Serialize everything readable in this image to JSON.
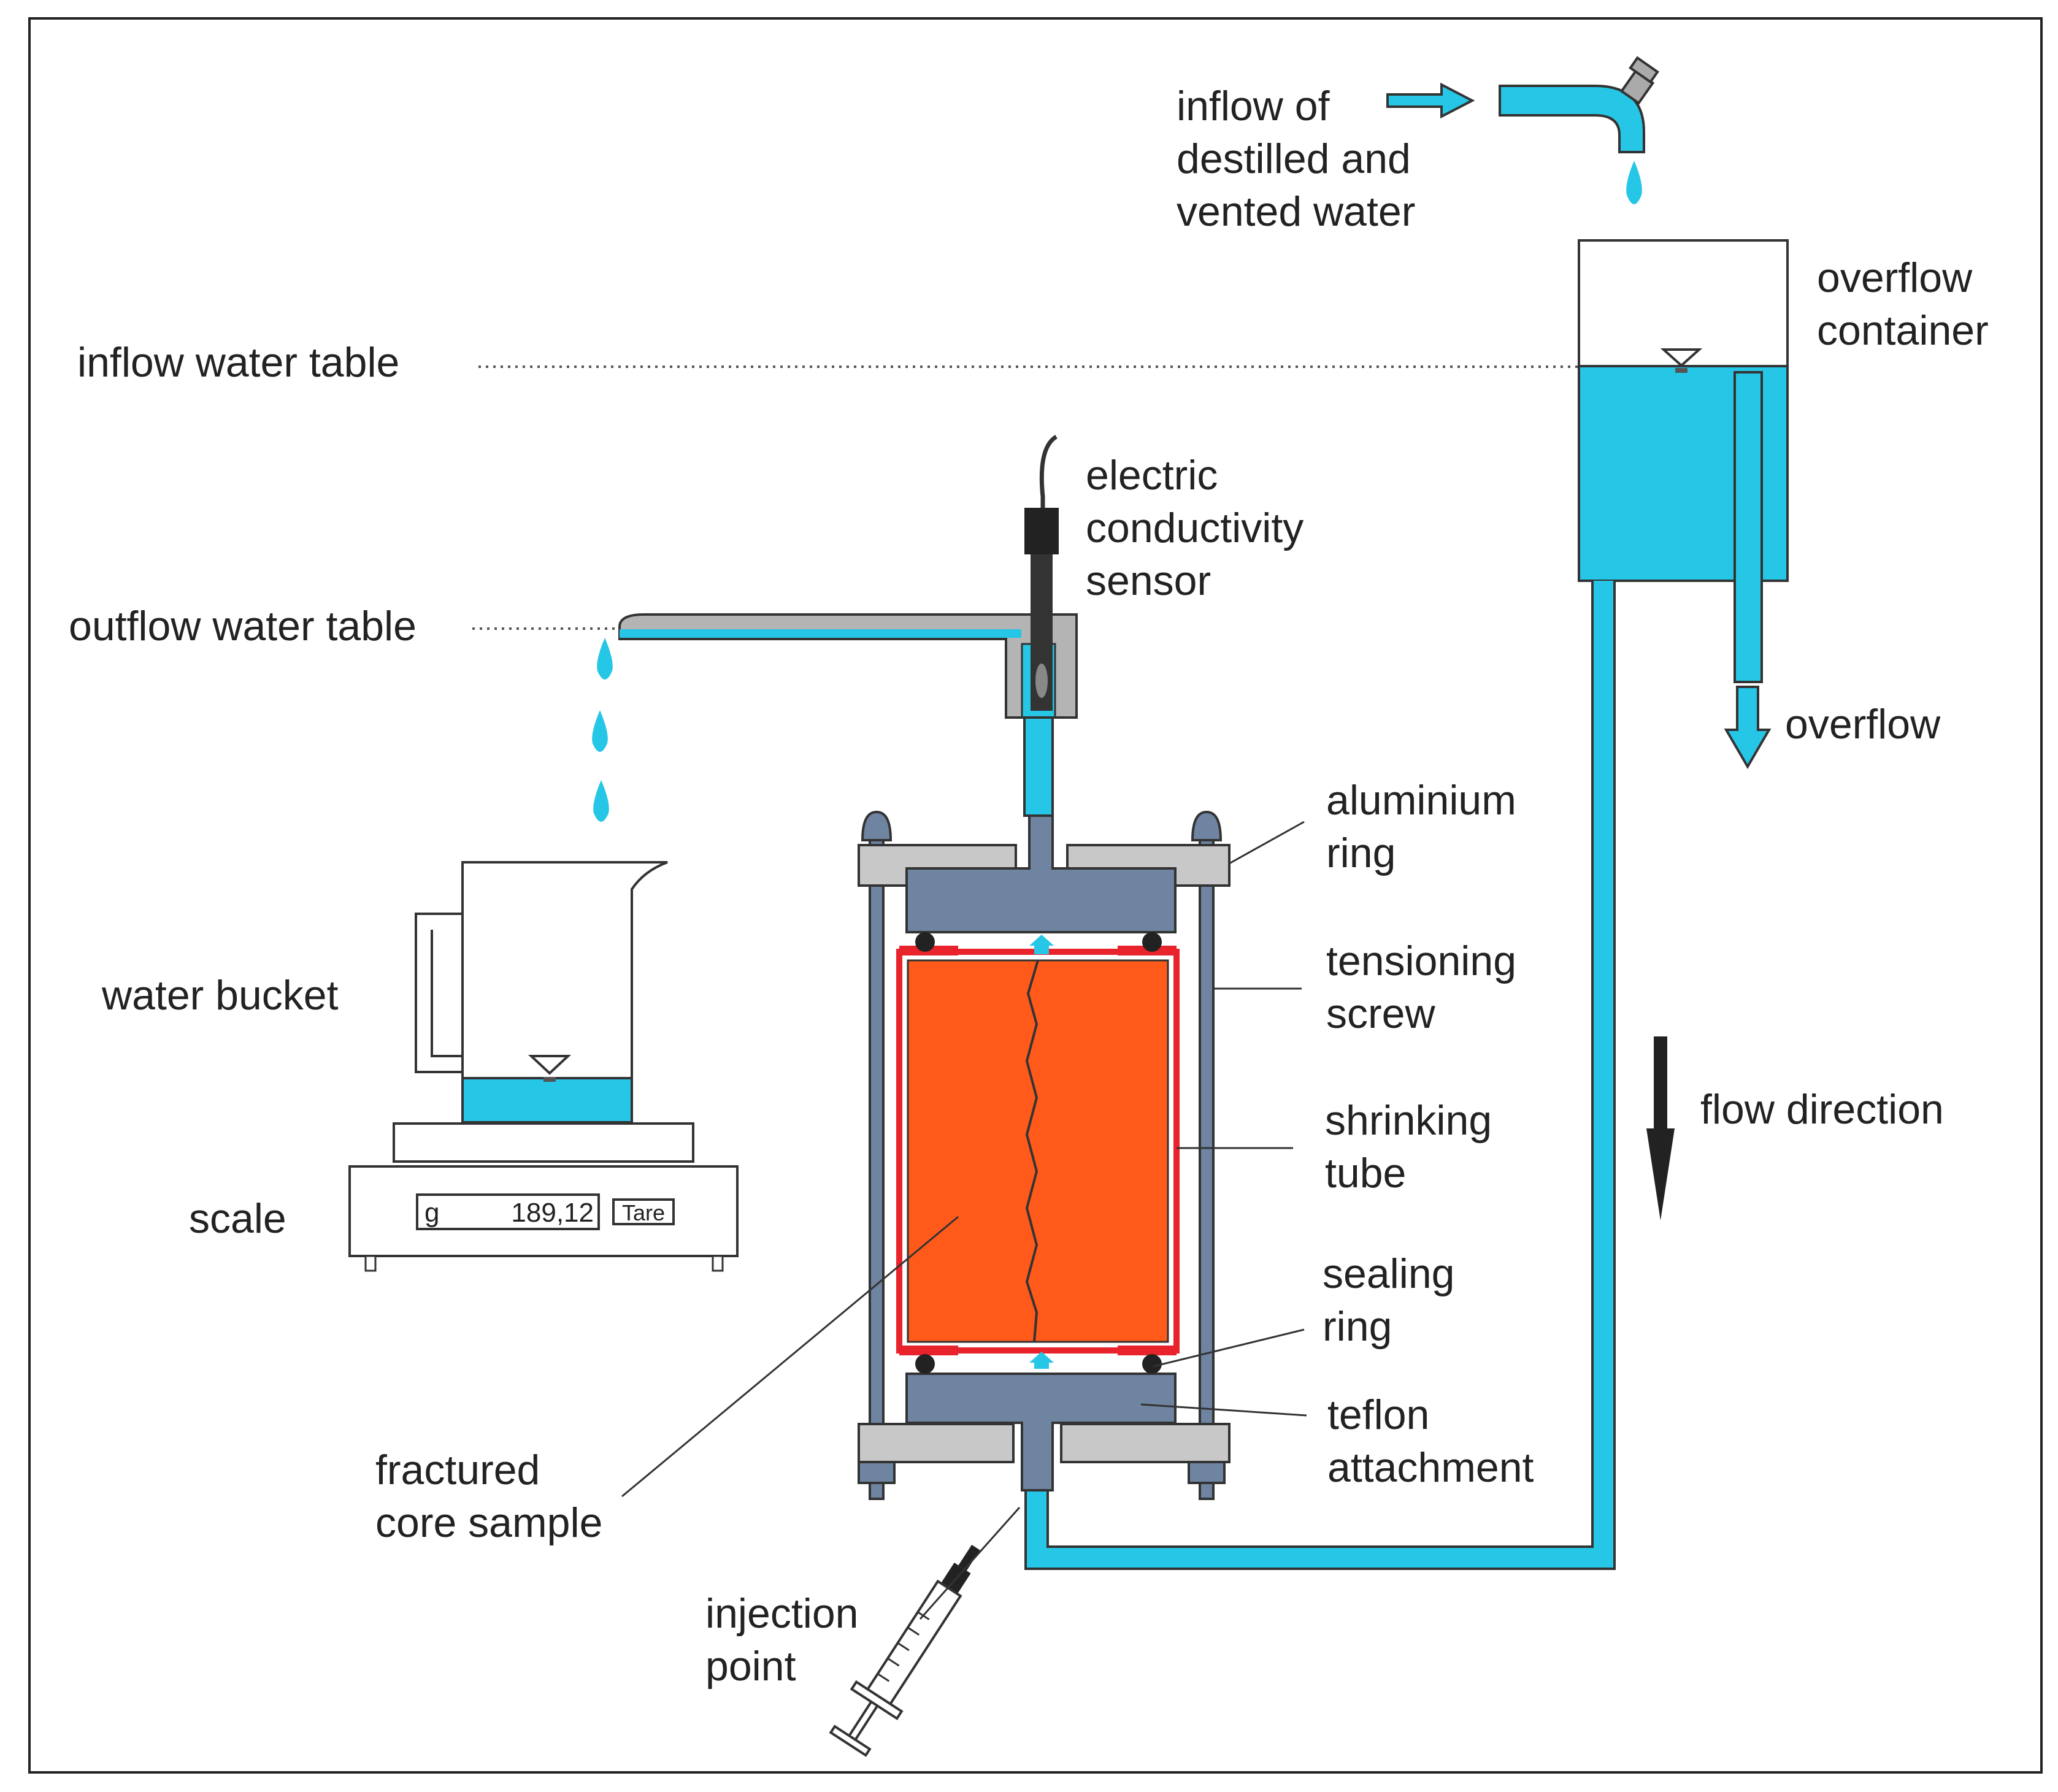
{
  "labels": {
    "inflow_line1": "inflow of",
    "inflow_line2": "destilled and",
    "inflow_line3": "vented water",
    "overflow_container_line1": "overflow",
    "overflow_container_line2": "container",
    "inflow_water_table": "inflow water table",
    "outflow_water_table": "outflow water table",
    "ec_sensor_line1": "electric",
    "ec_sensor_line2": "conductivity",
    "ec_sensor_line3": "sensor",
    "overflow": "overflow",
    "aluminium_ring_line1": "aluminium",
    "aluminium_ring_line2": "ring",
    "tensioning_screw_line1": "tensioning",
    "tensioning_screw_line2": "screw",
    "shrinking_tube_line1": "shrinking",
    "shrinking_tube_line2": "tube",
    "sealing_ring_line1": "sealing",
    "sealing_ring_line2": "ring",
    "teflon_line1": "teflon",
    "teflon_line2": "attachment",
    "flow_direction": "flow direction",
    "water_bucket": "water bucket",
    "scale": "scale",
    "core_line1": "fractured",
    "core_line2": "core sample",
    "injection_line1": "injection",
    "injection_line2": "point"
  },
  "scale_display": {
    "unit": "g",
    "reading": "189,12",
    "tare_button": "Tare"
  },
  "colors": {
    "water": "#26c6e6",
    "sample": "#ff5a1a",
    "shrink_tube": "#e8232b",
    "steel": "#6e84a1",
    "aluminium": "#c8c8c8",
    "outline": "#333333"
  }
}
